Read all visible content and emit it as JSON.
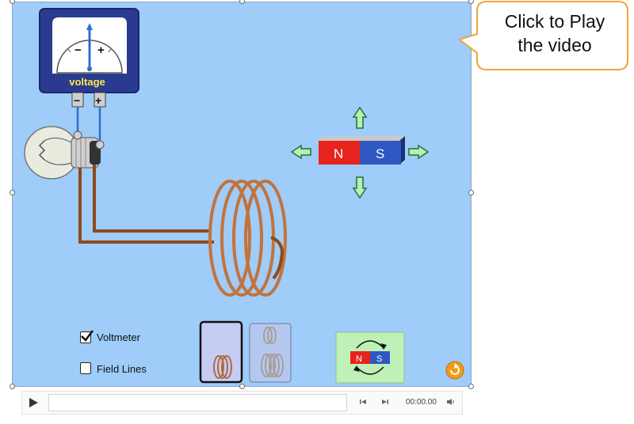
{
  "voltmeter": {
    "label": "voltage",
    "minus": "−",
    "plus": "+",
    "terminal_minus": "−",
    "terminal_plus": "+"
  },
  "magnet": {
    "north": "N",
    "south": "S"
  },
  "flip_button": {
    "north": "N",
    "south": "S"
  },
  "controls": {
    "voltmeter_checkbox": {
      "label": "Voltmeter",
      "checked": true
    },
    "field_lines_checkbox": {
      "label": "Field Lines",
      "checked": false
    }
  },
  "tooltip": {
    "line1": "Click to Play",
    "line2": "the video"
  },
  "media": {
    "time": "00:00.00"
  },
  "colors": {
    "background": "#9fccf9",
    "north": "#e8231e",
    "south": "#2f57c1",
    "coil": "#c2733c",
    "arrow": "#aef5b4"
  }
}
